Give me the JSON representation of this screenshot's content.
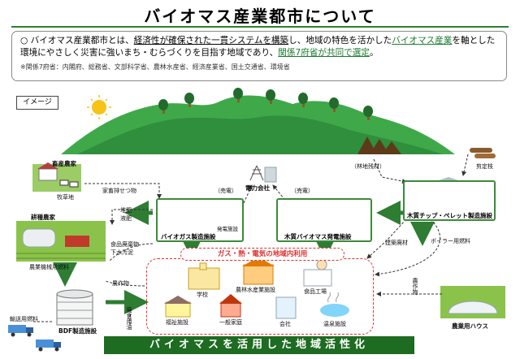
{
  "page": {
    "title": "バイオマス産業都市について"
  },
  "description": {
    "bullet": "○",
    "t1": "バイオマス産業都市とは、",
    "t2": "経済性が確保された一貫システムを構築",
    "t3": "し、地域の特色を活かした",
    "t4": "バイオマス産業",
    "t5": "を軸とした環境にやさしく災害に強いまち・むらづくりを目指す地域であり、",
    "t6": "関係7府省が共同で選定",
    "t7": "。",
    "note": "※関係7府省：内閣府、総務省、文部科学省、農林水産省、経済産業省、国土交通省、環境省"
  },
  "diagram": {
    "image_label": "イメージ",
    "livestock_farm": "畜産農家",
    "pasture": "牧草地",
    "livestock_manure": "家畜排せつ物",
    "crop_farm": "耕種農家",
    "compost_liquid": "堆肥\n液肥",
    "food_waste": "食品廃棄物\n下水汚泥",
    "farm_fuel": "農業機械用燃料",
    "crops_left": "農作物",
    "biogas_plant": "バイオガス製造施設",
    "biogas_power": "発電施設",
    "electricity_left": "（売電）",
    "electricity_right": "（売電）",
    "power_company": "電力会社",
    "woody_power": "木質バイオマス発電施設",
    "forest_residue": "（林地残材）",
    "pruned_branches": "剪定枝",
    "wood_chip_plant": "木質チップ・ペレット製造施設",
    "construction_waste": "建築廃材",
    "boiler_fuel": "ボイラー用燃料",
    "crops_right": "農作物",
    "greenhouse": "農業用ハウス",
    "waste_oil": "廃食用油",
    "transport_fuel": "輸送用燃料",
    "bdf_plant": "BDF製造施設",
    "zone_title": "ガス・熱・電気の地域内利用",
    "school": "学校",
    "agri_facility": "農林水産業施設",
    "food_factory": "食品工場",
    "welfare": "福祉施設",
    "household": "一般家庭",
    "company": "会社",
    "hot_spring": "温泉施設",
    "banner": "バイオマスを活用した地域活性化"
  },
  "colors": {
    "accent_green": "#1e6b22",
    "zone_red": "#e03030"
  }
}
